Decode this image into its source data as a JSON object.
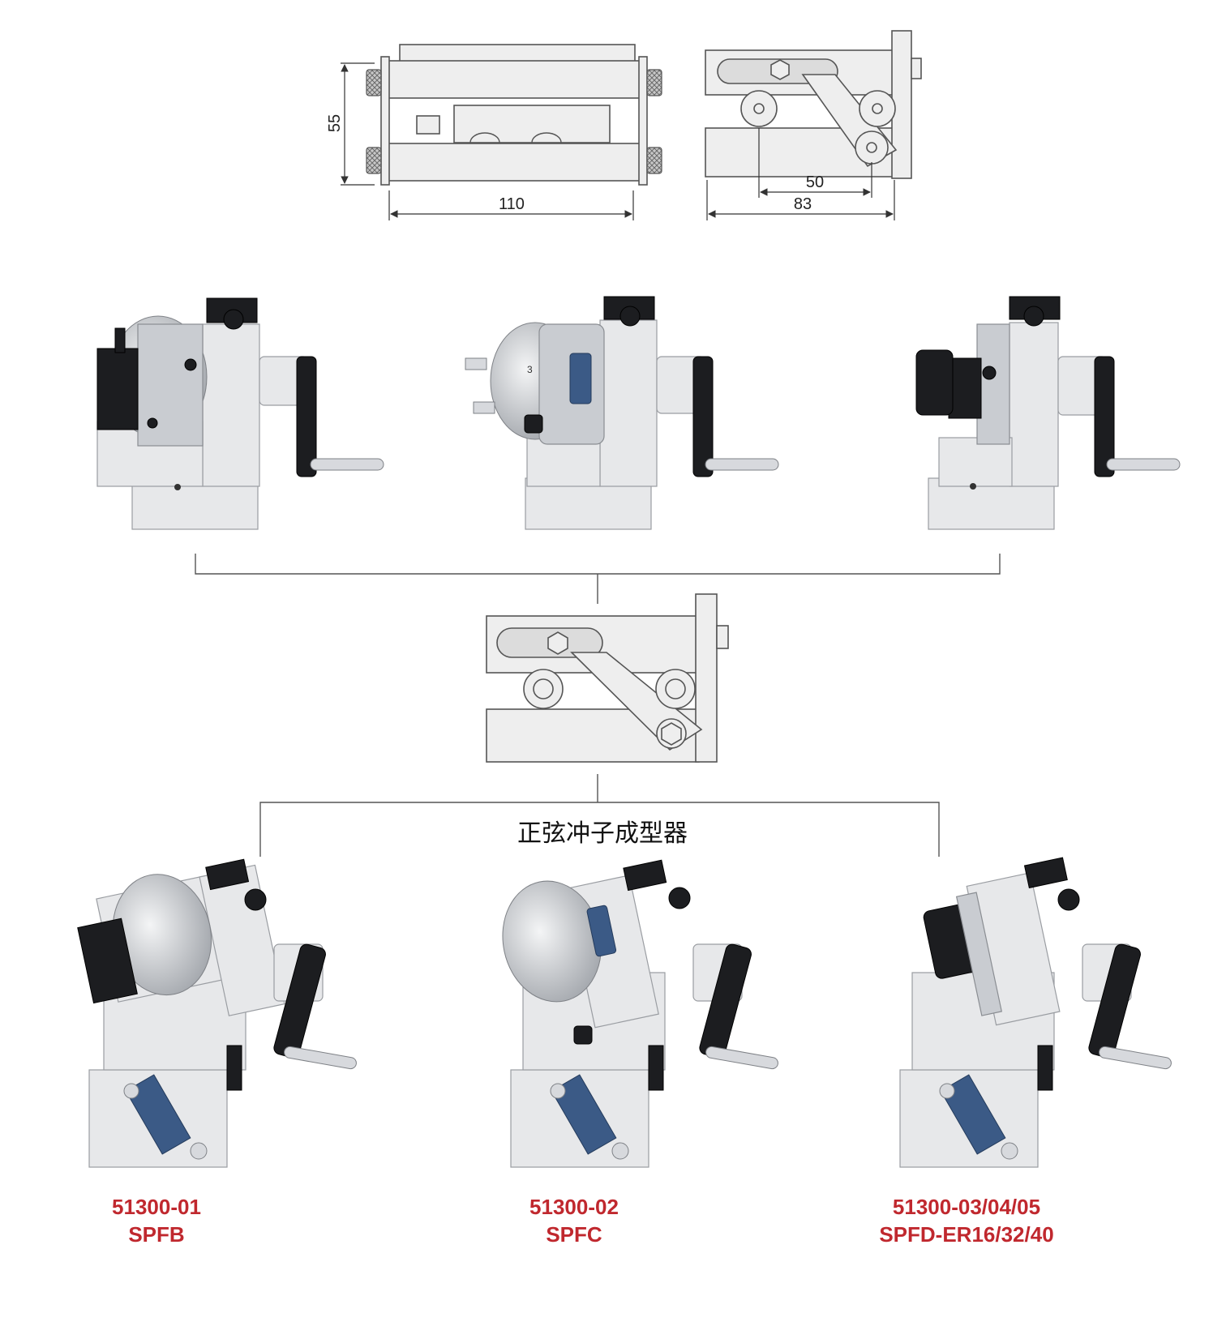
{
  "dimensions": {
    "height_55": "55",
    "width_110": "110",
    "inner_50": "50",
    "outer_83": "83"
  },
  "title": "正弦冲子成型器",
  "products": [
    {
      "code": "51300-01",
      "model": "SPFB"
    },
    {
      "code": "51300-02",
      "model": "SPFC"
    },
    {
      "code": "51300-03/04/05",
      "model": "SPFD-ER16/32/40"
    }
  ]
}
